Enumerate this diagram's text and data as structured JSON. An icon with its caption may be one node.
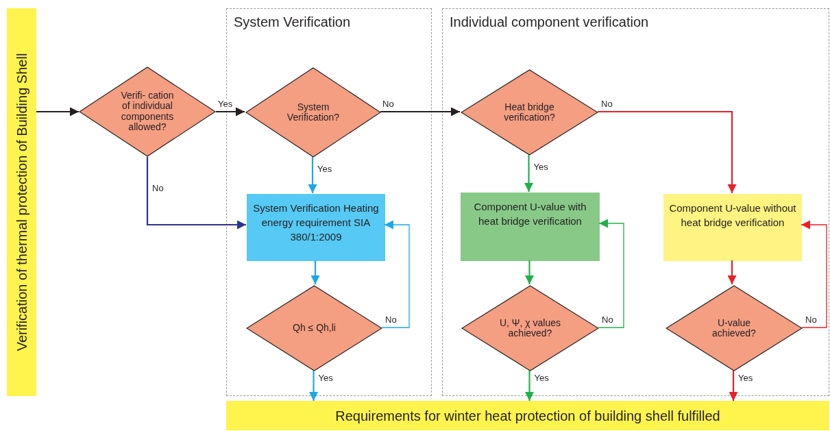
{
  "diagram": {
    "nodes": [
      {
        "text": [
          "Verification of thermal protection of Building Shell"
        ]
      },
      {
        "text": [
          "System Verification"
        ]
      },
      {
        "text": [
          "Individual component verification"
        ]
      },
      {
        "text": [
          "Verifi- cation of individual components allowed?"
        ]
      },
      {
        "text": [
          "System Verification?"
        ],
        "in": 1
      },
      {
        "text": [
          "System Verification Heating energy requirement SIA 380/1:2009"
        ],
        "in": 1
      },
      {
        "text": [
          "Qh ≤ Qh,li"
        ],
        "in": 1
      },
      {
        "text": [
          "Heat bridge verification?"
        ],
        "in": 2
      },
      {
        "text": [
          "Component U-value with heat bridge verification"
        ],
        "in": 2
      },
      {
        "text": [
          "Component U-value without heat bridge verification"
        ],
        "in": 2
      },
      {
        "text": [
          "U, Ψ, χ values achieved?"
        ],
        "in": 2
      },
      {
        "text": [
          "U-value achieved?"
        ],
        "in": 2
      },
      {
        "text": [
          "Requirements for winter heat protection of building shell fulfilled"
        ]
      }
    ],
    "edges": [
      {
        "from": 0,
        "to": 3,
        "arrow": "to",
        "color": "#231f20"
      },
      {
        "from": 3,
        "to": 4,
        "arrow": "to",
        "label": "Yes",
        "color": "#231f20"
      },
      {
        "from": 3,
        "to": 5,
        "arrow": "to",
        "label": "No",
        "color": "#2e3192"
      },
      {
        "from": 4,
        "to": 7,
        "arrow": "to",
        "label": "No",
        "color": "#231f20"
      },
      {
        "from": 4,
        "to": 5,
        "arrow": "to",
        "label": "Yes",
        "color": "#1aa8e8"
      },
      {
        "from": 5,
        "to": 6,
        "arrow": "to",
        "color": "#1aa8e8"
      },
      {
        "from": 6,
        "to": 5,
        "arrow": "to",
        "label": "No",
        "color": "#1aa8e8"
      },
      {
        "from": 6,
        "to": 12,
        "arrow": "to",
        "label": "Yes",
        "color": "#1aa8e8"
      },
      {
        "from": 7,
        "to": 8,
        "arrow": "to",
        "label": "Yes",
        "color": "#22b04b"
      },
      {
        "from": 7,
        "to": 9,
        "arrow": "to",
        "label": "No",
        "color": "#e8202a"
      },
      {
        "from": 8,
        "to": 10,
        "arrow": "to",
        "color": "#22b04b"
      },
      {
        "from": 10,
        "to": 8,
        "arrow": "to",
        "label": "No",
        "color": "#22b04b"
      },
      {
        "from": 10,
        "to": 12,
        "arrow": "to",
        "label": "Yes",
        "color": "#22b04b"
      },
      {
        "from": 9,
        "to": 11,
        "arrow": "to",
        "color": "#e8202a"
      },
      {
        "from": 11,
        "to": 9,
        "arrow": "to",
        "label": "No",
        "color": "#e8202a"
      },
      {
        "from": 11,
        "to": 12,
        "arrow": "to",
        "label": "Yes",
        "color": "#e8202a"
      }
    ]
  }
}
